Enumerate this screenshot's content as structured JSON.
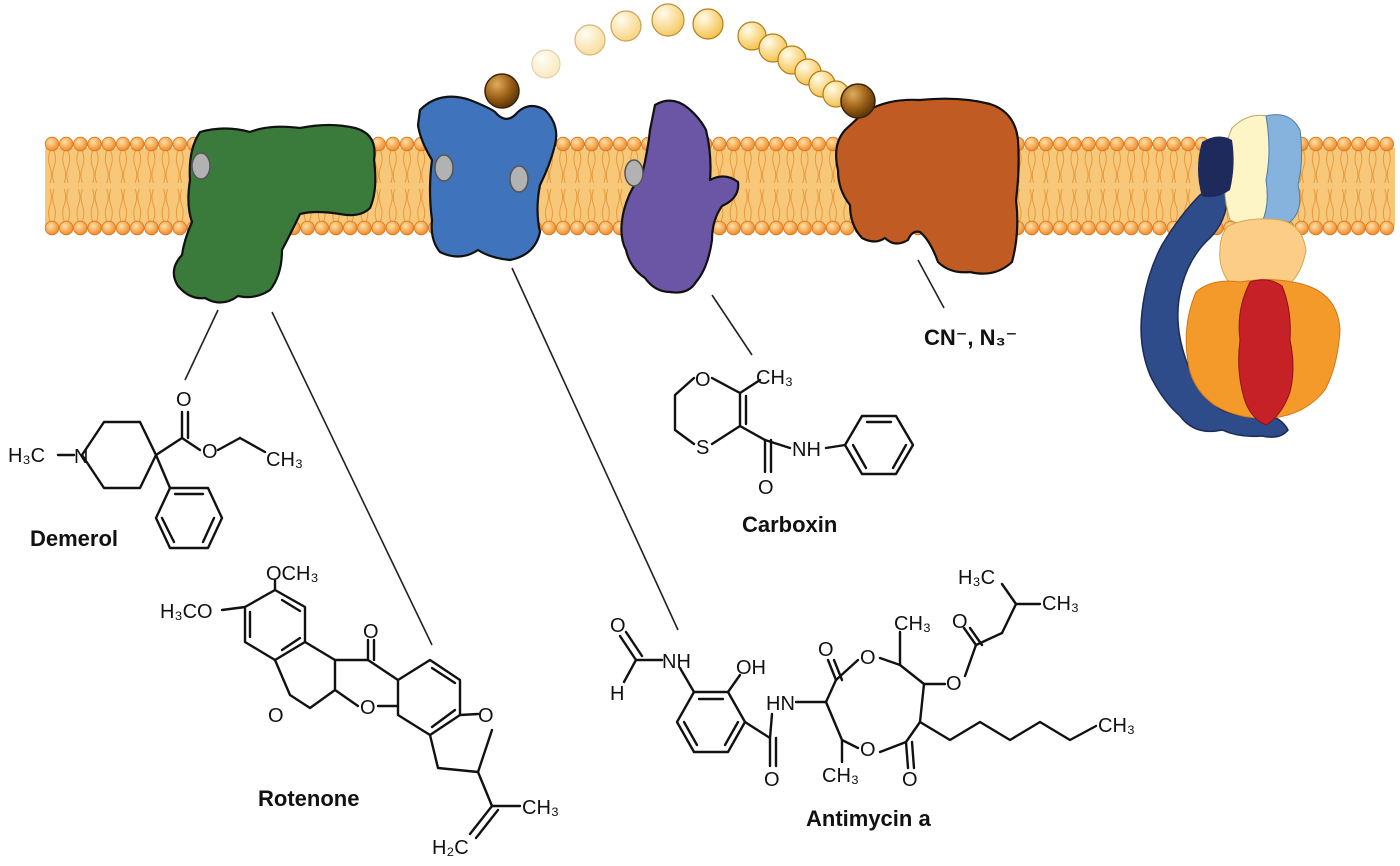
{
  "colors": {
    "membrane_head": "#f6a44b",
    "membrane_tail": "#f4b960",
    "complex_I": "#3a7a3b",
    "complex_III": "#3f73bc",
    "complex_II": "#6b56a6",
    "complex_IV": "#c05b24",
    "atp_synthase_dark": "#2e4b8a",
    "atp_synthase_navy": "#1f2a5c",
    "atp_synthase_cream": "#fdf5c6",
    "atp_synthase_lightblue": "#85b3dd",
    "atp_synthase_peach": "#fbcd87",
    "atp_synthase_orange": "#f39a2b",
    "atp_synthase_red": "#c62127",
    "quinone": "#b2b2b2",
    "cytochrome_c": "#a0661a",
    "electron_path": "#fbd066"
  },
  "labels": {
    "demerol": "Demerol",
    "rotenone": "Rotenone",
    "carboxin": "Carboxin",
    "antimycin": "Antimycin a",
    "cyanide_azide": "CN⁻, N₃⁻"
  },
  "demerol_atoms": {
    "methyl": "H₃C",
    "n": "N",
    "o_carbonyl": "O",
    "o_ester": "O",
    "ethyl_ch3": "CH₃"
  },
  "rotenone_atoms": {
    "och3_top": "OCH₃",
    "h3co": "H₃CO",
    "o_keto": "O",
    "o_ring_left": "O",
    "o_ring_mid": "O",
    "o_furan": "O",
    "ch3": "CH₃",
    "h2c": "H₂C"
  },
  "carboxin_atoms": {
    "o_ring": "O",
    "s_ring": "S",
    "ch3": "CH₃",
    "nh": "NH",
    "o_amide": "O"
  },
  "antimycin_atoms": {
    "o_formyl": "O",
    "h_formyl": "H",
    "nh_formamide": "NH",
    "oh": "OH",
    "hn_amide": "HN",
    "o_amide": "O",
    "o_lactone_left": "O",
    "o_ring_top": "O",
    "o_ring_bottom": "O",
    "o_lactone_right": "O",
    "ch3_top": "CH₃",
    "ch3_bottom": "CH₃",
    "o_ester": "O",
    "o_ester_carbonyl": "O",
    "h3c_isobutyl": "H₃C",
    "ch3_isobutyl": "CH₃",
    "ch3_hexyl": "CH₃"
  }
}
